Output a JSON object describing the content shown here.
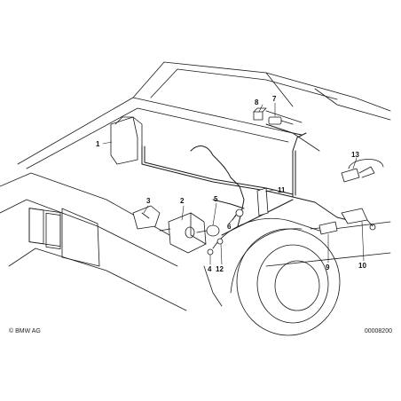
{
  "callouts": {
    "c1": "1",
    "c2": "2",
    "c3": "3",
    "c4": "4",
    "c5": "5",
    "c6": "6",
    "c7": "7",
    "c8": "8",
    "c9": "9",
    "c10": "10",
    "c11": "11",
    "c12": "12",
    "c13": "13"
  },
  "footer": {
    "copyright": "© BMW AG",
    "doc_number": "00008200"
  }
}
